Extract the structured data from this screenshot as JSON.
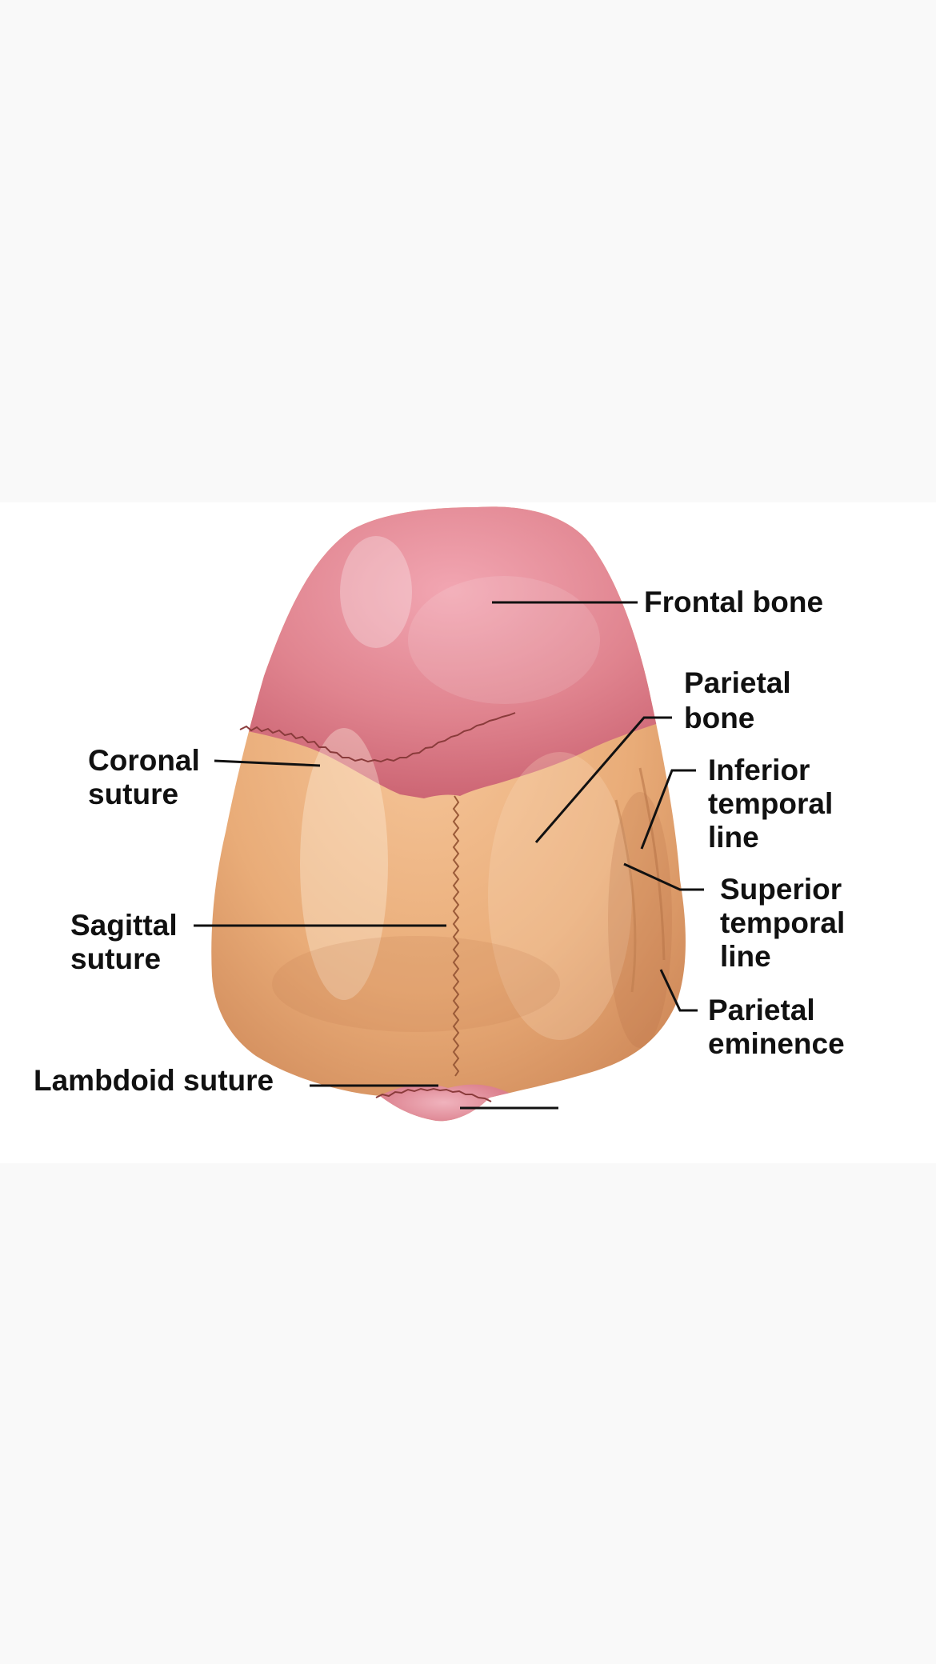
{
  "labels": {
    "frontal_bone": "Frontal bone",
    "parietal_bone": [
      "Parietal",
      "bone"
    ],
    "coronal_suture": [
      "Coronal",
      "suture"
    ],
    "inferior_temporal_line": [
      "Inferior",
      "temporal",
      "line"
    ],
    "sagittal_suture": [
      "Sagittal",
      "suture"
    ],
    "superior_temporal_line": [
      "Superior",
      "temporal",
      "line"
    ],
    "parietal_eminence": [
      "Parietal",
      "eminence"
    ],
    "lambdoid_suture": "Lambdoid suture"
  },
  "colors": {
    "frontal_bone": "#d9717f",
    "parietal_bone": "#e8a872",
    "occipital_bone": "#d97a86",
    "leader_line": "#111111",
    "background": "#f9f9f9",
    "panel": "#ffffff"
  }
}
